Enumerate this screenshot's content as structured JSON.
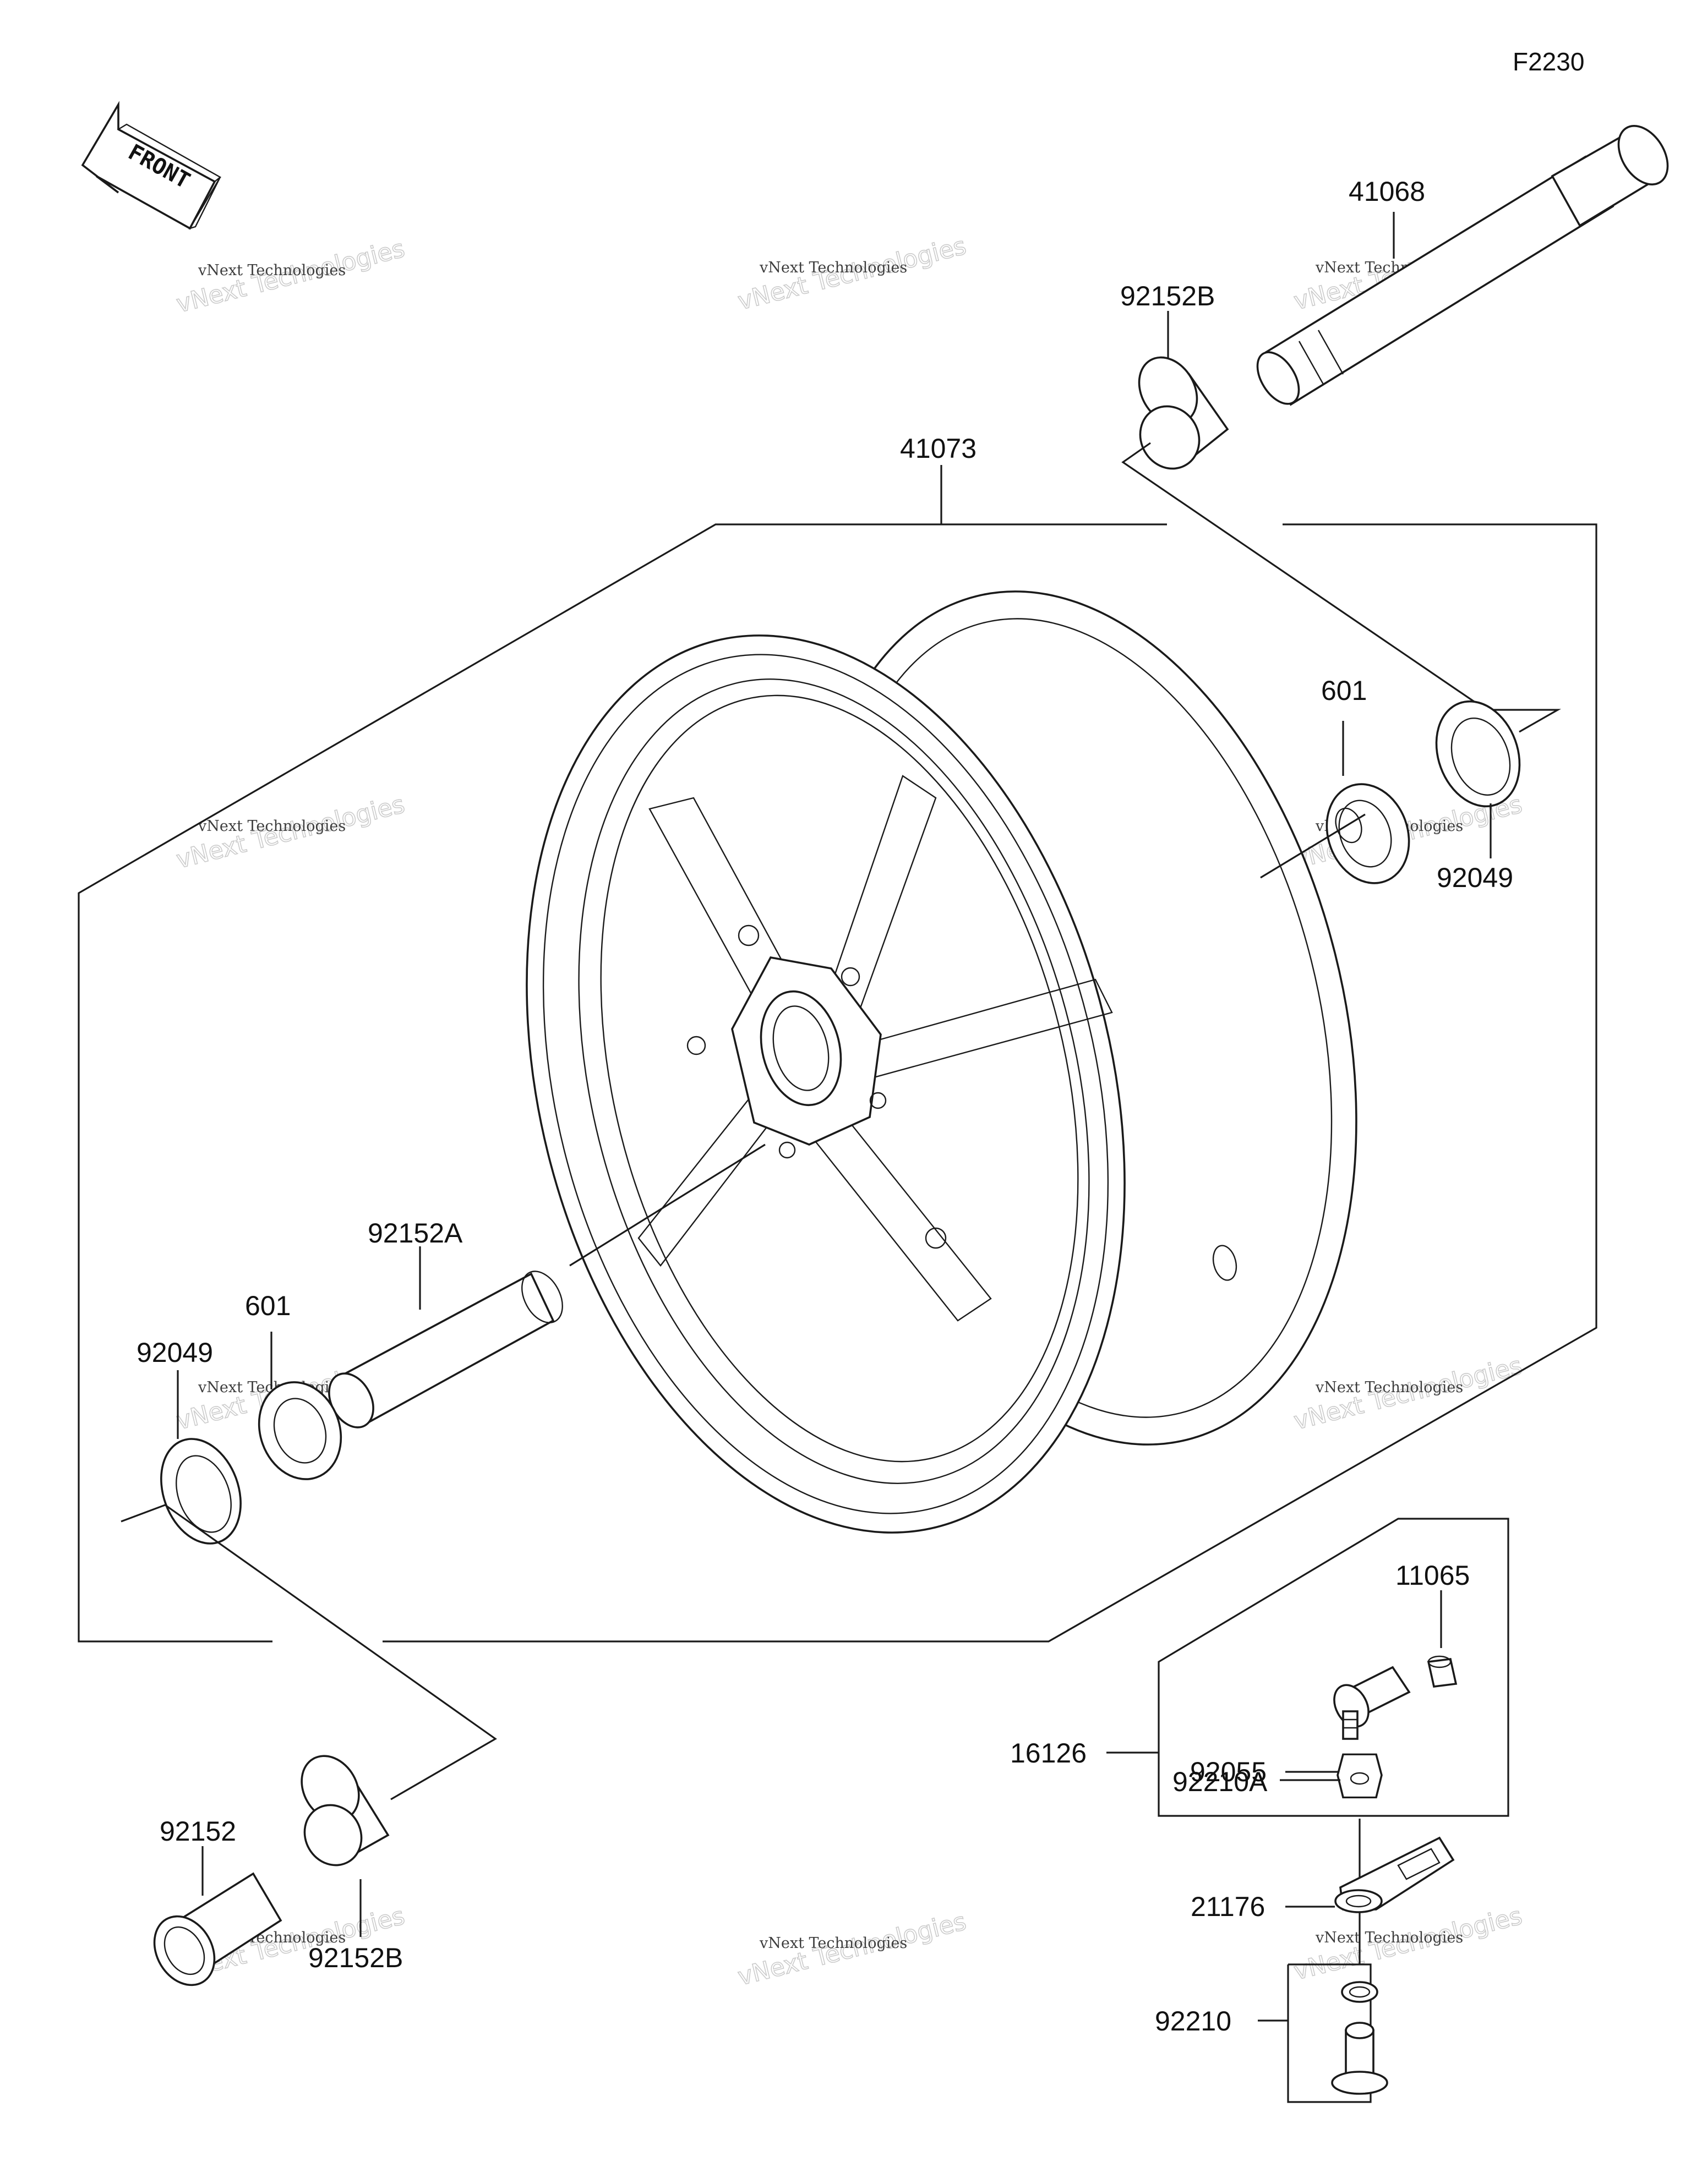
{
  "diagram": {
    "code": "F2230",
    "front_label": "FRONT",
    "watermark_line1": "vNext Technologies",
    "watermark_line2": "vNext Technologies",
    "parts": [
      {
        "id": "p41068",
        "label": "41068"
      },
      {
        "id": "p92152B_top",
        "label": "92152B"
      },
      {
        "id": "p41073",
        "label": "41073"
      },
      {
        "id": "p601_right",
        "label": "601"
      },
      {
        "id": "p92049_right",
        "label": "92049"
      },
      {
        "id": "p92152A",
        "label": "92152A"
      },
      {
        "id": "p601_left",
        "label": "601"
      },
      {
        "id": "p92049_left",
        "label": "92049"
      },
      {
        "id": "p92152",
        "label": "92152"
      },
      {
        "id": "p92152B_bottom",
        "label": "92152B"
      },
      {
        "id": "p11065",
        "label": "11065"
      },
      {
        "id": "p92055",
        "label": "92055"
      },
      {
        "id": "p16126",
        "label": "16126"
      },
      {
        "id": "p92210A",
        "label": "92210A"
      },
      {
        "id": "p21176",
        "label": "21176"
      },
      {
        "id": "p92210",
        "label": "92210"
      }
    ]
  }
}
